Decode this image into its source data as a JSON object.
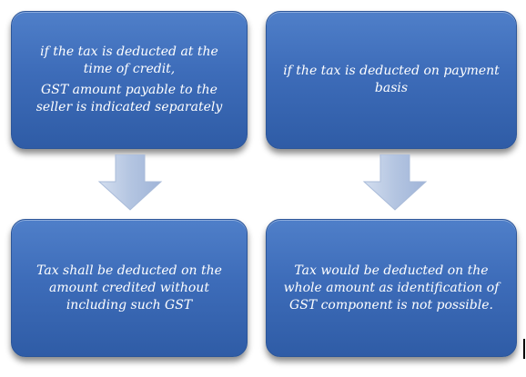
{
  "flow": {
    "top_left": {
      "lines": [
        "if the tax is deducted at the time of credit,",
        "GST amount payable to the seller is indicated separately"
      ]
    },
    "top_right": {
      "lines": [
        "if the tax is deducted on payment basis"
      ]
    },
    "bottom_left": {
      "lines": [
        "Tax shall be deducted on the amount credited without including such  GST"
      ]
    },
    "bottom_right": {
      "lines": [
        "Tax would be deducted on the whole amount as identification of GST component is not possible."
      ]
    }
  },
  "colors": {
    "box_fill": "#3d6cb9",
    "arrow_fill": "#b8c8e2",
    "text": "#ffffff"
  }
}
